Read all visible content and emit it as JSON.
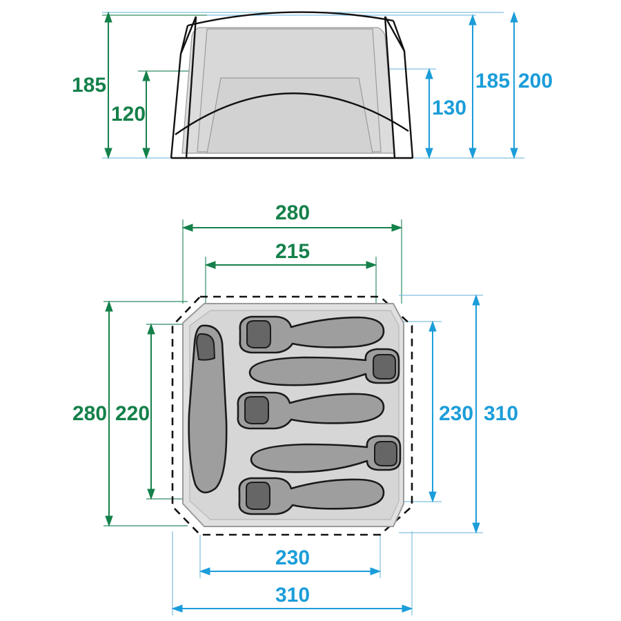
{
  "drawing": {
    "type": "technical-dimension-drawing",
    "subject": "tent",
    "units": "cm",
    "colors": {
      "green": "#14804a",
      "blue": "#1b9dd9",
      "outline": "#111111",
      "fabric_fill": "#dcdcdc",
      "inner_fill": "#d4d4d4",
      "person_fill": "#9e9e9e",
      "head_fill": "#666666",
      "background": "#ffffff"
    },
    "views": [
      {
        "id": "front-elevation",
        "name": "Front elevation view"
      },
      {
        "id": "floor-plan",
        "name": "Floor plan view"
      }
    ]
  },
  "front_view": {
    "dimensions_left_green": [
      {
        "id": "height-185-green",
        "value": "185",
        "color": "#14804a"
      },
      {
        "id": "height-120-green",
        "value": "120",
        "color": "#14804a"
      }
    ],
    "dimensions_right_blue": [
      {
        "id": "height-130-blue",
        "value": "130",
        "color": "#1b9dd9"
      },
      {
        "id": "height-185-blue",
        "value": "185",
        "color": "#1b9dd9"
      },
      {
        "id": "height-200-blue",
        "value": "200",
        "color": "#1b9dd9"
      }
    ]
  },
  "floor_plan": {
    "dimensions_top_green": [
      {
        "id": "width-280-green",
        "value": "280",
        "color": "#14804a"
      },
      {
        "id": "width-215-green",
        "value": "215",
        "color": "#14804a"
      }
    ],
    "dimensions_left_green": [
      {
        "id": "depth-280-green",
        "value": "280",
        "color": "#14804a"
      },
      {
        "id": "depth-220-green",
        "value": "220",
        "color": "#14804a"
      }
    ],
    "dimensions_right_blue": [
      {
        "id": "depth-230-blue",
        "value": "230",
        "color": "#1b9dd9"
      },
      {
        "id": "depth-310-blue",
        "value": "310",
        "color": "#1b9dd9"
      }
    ],
    "dimensions_bottom_blue": [
      {
        "id": "width-230-blue",
        "value": "230",
        "color": "#1b9dd9"
      },
      {
        "id": "width-310-blue",
        "value": "310",
        "color": "#1b9dd9"
      }
    ],
    "occupants": {
      "count": 6,
      "horizontal_sleepers": 5,
      "vertical_sleepers": 1
    }
  },
  "chart_data": {
    "type": "table",
    "title": "Tent dimension schedule (cm)",
    "categories": [
      "185",
      "120",
      "130",
      "185",
      "200",
      "280",
      "215",
      "280",
      "220",
      "230",
      "310",
      "230",
      "310"
    ],
    "values": [
      185,
      120,
      130,
      185,
      200,
      280,
      215,
      280,
      220,
      230,
      310,
      230,
      310
    ]
  }
}
